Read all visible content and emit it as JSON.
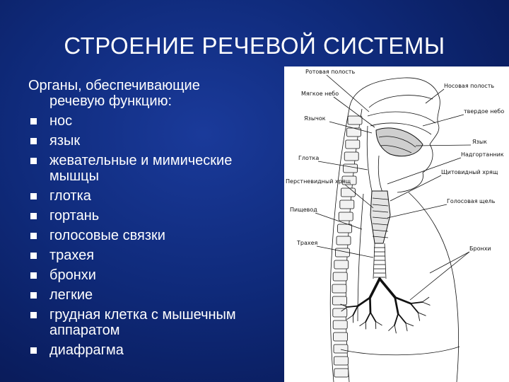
{
  "slide": {
    "title": "СТРОЕНИЕ РЕЧЕВОЙ СИСТЕМЫ",
    "heading_line1": "Органы, обеспечивающие",
    "heading_line2": "речевую функцию:",
    "items": [
      {
        "line1": "нос",
        "line2": ""
      },
      {
        "line1": "язык",
        "line2": ""
      },
      {
        "line1": "жевательные и мимические",
        "line2": "мышцы"
      },
      {
        "line1": "глотка",
        "line2": ""
      },
      {
        "line1": "гортань",
        "line2": ""
      },
      {
        "line1": "голосовые связки",
        "line2": ""
      },
      {
        "line1": "трахея",
        "line2": ""
      },
      {
        "line1": "бронхи",
        "line2": ""
      },
      {
        "line1": "легкие",
        "line2": ""
      },
      {
        "line1": "грудная клетка с мышечным",
        "line2": "аппаратом"
      },
      {
        "line1": "диафрагма",
        "line2": ""
      }
    ]
  },
  "figure": {
    "labels": {
      "oral_cavity": "Ротовая полость",
      "nasal_cavity": "Носовая полость",
      "soft_palate": "Мягкое небо",
      "hard_palate": "твердое небо",
      "uvula": "Язычок",
      "tongue": "Язык",
      "pharynx": "Глотка",
      "epiglottis": "Надгортанник",
      "cricoid": "Перстневидный хрящ",
      "thyroid": "Щитовидный хрящ",
      "esophagus": "Пищевод",
      "glottis": "Голосовая щель",
      "trachea": "Трахея",
      "bronchi": "Бронхи"
    }
  }
}
